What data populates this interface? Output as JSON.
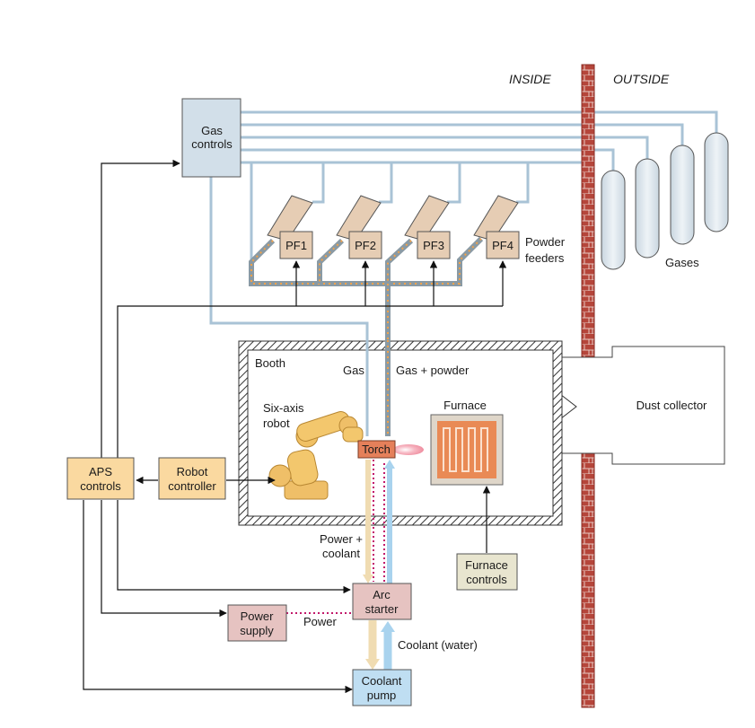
{
  "region_labels": {
    "inside": "INSIDE",
    "outside": "OUTSIDE"
  },
  "gas_controls": {
    "line1": "Gas",
    "line2": "controls"
  },
  "powder_feeders": {
    "items": [
      "PF1",
      "PF2",
      "PF3",
      "PF4"
    ],
    "label_line1": "Powder",
    "label_line2": "feeders"
  },
  "gases_label": "Gases",
  "booth": {
    "title": "Booth",
    "gas_label": "Gas",
    "gas_powder_label": "Gas + powder",
    "robot_line1": "Six-axis",
    "robot_line2": "robot",
    "torch": "Torch",
    "furnace": "Furnace"
  },
  "dust_collector": "Dust collector",
  "aps_controls": {
    "line1": "APS",
    "line2": "controls"
  },
  "robot_controller": {
    "line1": "Robot",
    "line2": "controller"
  },
  "power_coolant": {
    "line1": "Power +",
    "line2": "coolant"
  },
  "furnace_controls": {
    "line1": "Furnace",
    "line2": "controls"
  },
  "arc_starter": {
    "line1": "Arc",
    "line2": "starter"
  },
  "power_supply": {
    "line1": "Power",
    "line2": "supply"
  },
  "power_label": "Power",
  "coolant_water_label": "Coolant (water)",
  "coolant_pump": {
    "line1": "Coolant",
    "line2": "pump"
  },
  "colors": {
    "gas_line": "#a9c3d6",
    "wall": "#b5453a",
    "control_box": "#fad9a0",
    "gas_box": "#d2dfe9",
    "pf_body": "#e6cdb4",
    "torch": "#e5805a",
    "power_box": "#e6c3c1",
    "coolant_box": "#bfdef2",
    "furnace_ctrl_box": "#e8e5cf",
    "power_dotted": "#c2186a",
    "hot_coolant": "#f0dcb2",
    "cold_coolant": "#a9d3ee"
  }
}
